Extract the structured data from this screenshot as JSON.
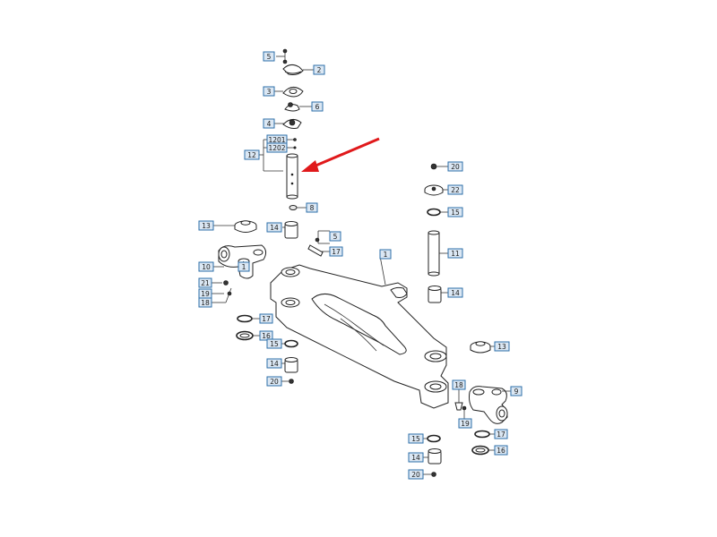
{
  "diagram": {
    "callouts": {
      "c5a": "5",
      "c2": "2",
      "c3": "3",
      "c6": "6",
      "c4": "4",
      "c1201": "1201",
      "c1202": "1202",
      "c12": "12",
      "c8": "8",
      "c13l": "13",
      "c10": "10",
      "c1l": "1",
      "c21": "21",
      "c19l": "19",
      "c18l": "18",
      "c17l": "17",
      "c16l": "16",
      "c14a": "14",
      "c5b": "5",
      "c17m": "17",
      "c15l": "15",
      "c14b": "14",
      "c20l": "20",
      "c1": "1",
      "c20t": "20",
      "c22": "22",
      "c15r": "15",
      "c11": "11",
      "c14c": "14",
      "c13r": "13",
      "c18r": "18",
      "c9": "9",
      "c19r": "19",
      "c17r": "17",
      "c16r": "16",
      "c15b": "15",
      "c14d": "14",
      "c20b": "20"
    },
    "arrow_color": "#e0191b",
    "callout_color": "#2e6fa8"
  }
}
